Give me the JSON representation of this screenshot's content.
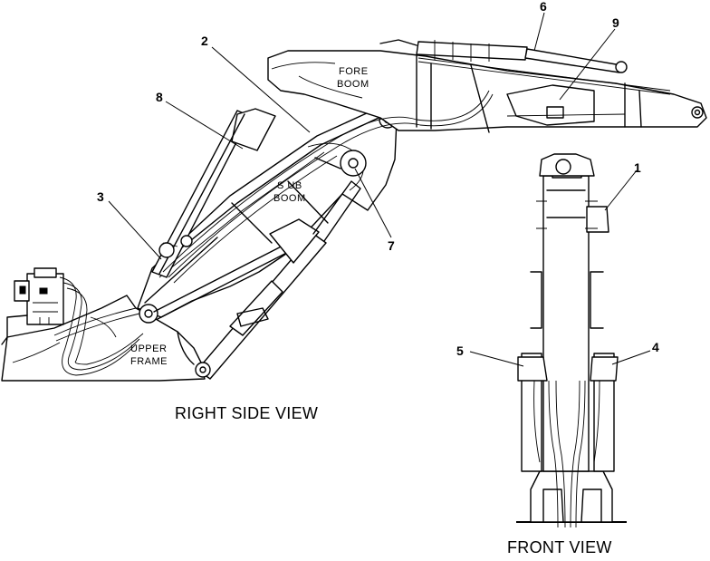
{
  "views": {
    "right_side": "RIGHT SIDE VIEW",
    "front": "FRONT VIEW"
  },
  "components": {
    "fore_boom_line1": "FORE",
    "fore_boom_line2": "BOOM",
    "sub_boom_line1": "S UB",
    "sub_boom_line2": "BOOM",
    "upper_frame_line1": "UPPER",
    "upper_frame_line2": "FRAME"
  },
  "callouts": [
    {
      "id": "1",
      "label": "1"
    },
    {
      "id": "2",
      "label": "2"
    },
    {
      "id": "3",
      "label": "3"
    },
    {
      "id": "4",
      "label": "4"
    },
    {
      "id": "5",
      "label": "5"
    },
    {
      "id": "6",
      "label": "6"
    },
    {
      "id": "7",
      "label": "7"
    },
    {
      "id": "8",
      "label": "8"
    },
    {
      "id": "9",
      "label": "9"
    }
  ]
}
